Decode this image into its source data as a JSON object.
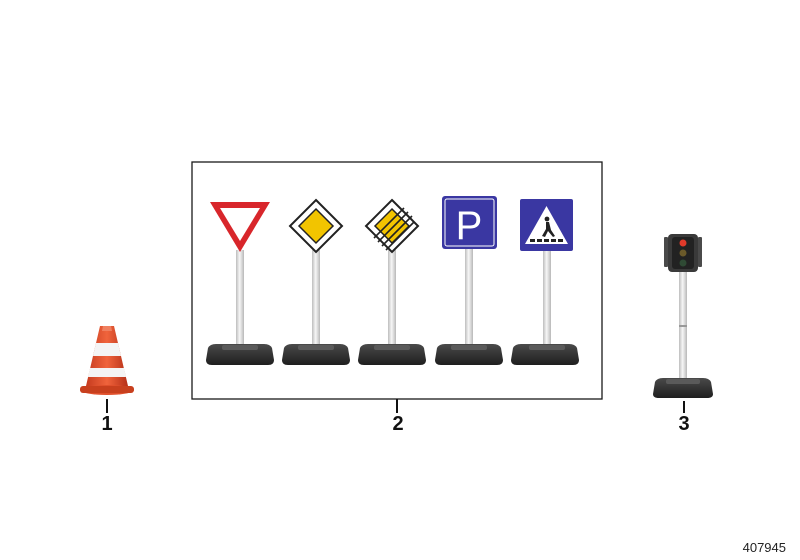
{
  "callouts": {
    "cone": "1",
    "sign_set": "2",
    "traffic_light": "3"
  },
  "diagram_id": "407945",
  "signs": {
    "parking_letter": "P"
  },
  "colors": {
    "red": "#d8262b",
    "yellow": "#f2c400",
    "blue": "#3a37a2",
    "base": "#2b2b2b",
    "pole": "#e9e9e9",
    "frame": "#1a1a1a"
  }
}
